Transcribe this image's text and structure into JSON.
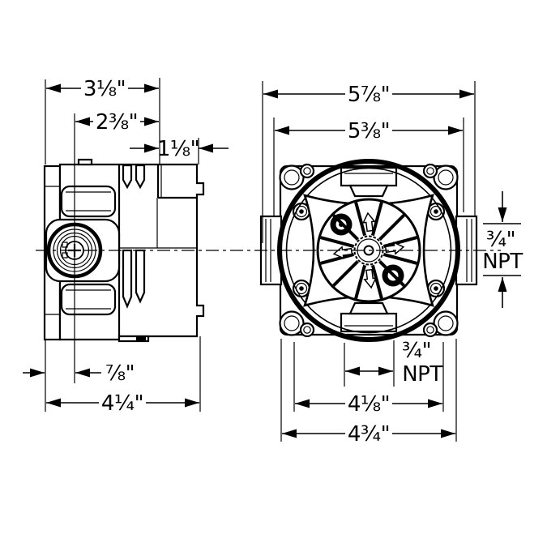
{
  "colors": {
    "background": "#ffffff",
    "line": "#000000"
  },
  "side_view": {
    "dim_top_width": "3⅛\"",
    "dim_top_mid": "2⅜\"",
    "dim_top_right": "1⅛\"",
    "dim_bottom_offset": "⅞\"",
    "dim_bottom_width": "4¼\""
  },
  "front_view": {
    "dim_overall_width": "5⅞\"",
    "dim_housing_width": "5⅜\"",
    "side_port_size": "¾\"",
    "side_port_thread": "NPT",
    "bottom_port_size": "¾\"",
    "bottom_port_thread": "NPT",
    "dim_port_spacing": "4⅛\"",
    "dim_mounting_width": "4¾\""
  }
}
